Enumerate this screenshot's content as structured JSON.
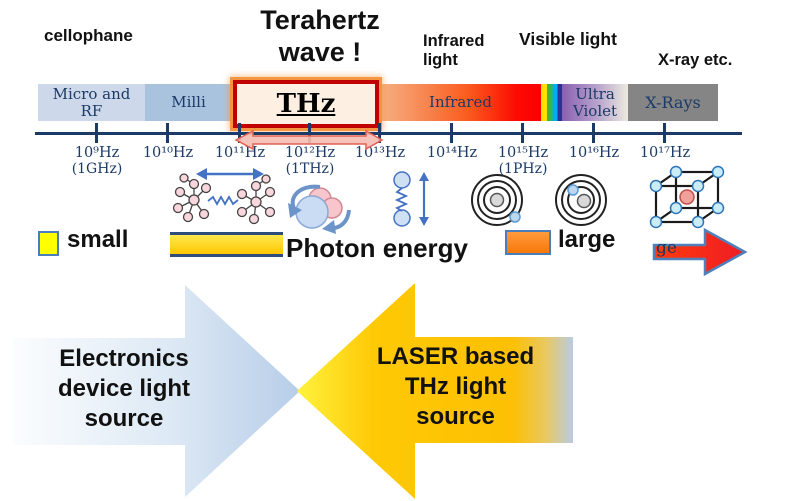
{
  "top_labels": {
    "cellophane": "cellophane",
    "terahertz_wave": "Terahertz\nwave !",
    "infrared_light": "Infrared\nlight",
    "visible_light": "Visible light",
    "xray_etc": "X-ray etc."
  },
  "spectrum_bar": {
    "segments": [
      {
        "label": "Micro and\nRF",
        "color": "#cdd9ea"
      },
      {
        "label": "Milli",
        "color": "#a9c3df"
      },
      {
        "label": "THz",
        "color": "#fdf0e3",
        "border_color": "#c00000",
        "glow_color": "#f6923c"
      },
      {
        "label": "Infrared",
        "gradient": [
          "#f6b183",
          "#fb0000"
        ]
      },
      {
        "label": "",
        "name": "visible-light-rainbow",
        "colors": [
          "#ffe100",
          "#39b54a",
          "#00aeef",
          "#2e3192"
        ]
      },
      {
        "label": "Ultra\nViolet",
        "gradient": [
          "#8a5fb0",
          "#eceadf"
        ]
      },
      {
        "label": "X-Rays",
        "color": "#858585"
      }
    ]
  },
  "axis": {
    "ticks": [
      {
        "label": "10⁹Hz",
        "sub": "(1GHz)"
      },
      {
        "label": "10¹⁰Hz",
        "sub": ""
      },
      {
        "label": "10¹¹Hz",
        "sub": ""
      },
      {
        "label": "10¹²Hz",
        "sub": "(1THz)"
      },
      {
        "label": "10¹³Hz",
        "sub": ""
      },
      {
        "label": "10¹⁴Hz",
        "sub": ""
      },
      {
        "label": "10¹⁵Hz",
        "sub": "(1PHz)"
      },
      {
        "label": "10¹⁶Hz",
        "sub": ""
      },
      {
        "label": "10¹⁷Hz",
        "sub": ""
      }
    ],
    "thz_range_arrow": "double-headed pink arrow spanning 10¹¹Hz to 10¹³Hz"
  },
  "illustrations": {
    "items": [
      "branched-molecules-vibration-icon",
      "molecule-rotation-icon",
      "diatomic-stretch-icon",
      "atom-outer-shell-electron-icon",
      "atom-inner-shell-electron-icon",
      "crystal-lattice-icon"
    ]
  },
  "photon_energy": {
    "small_label": "small",
    "title": "Photon energy",
    "large_label": "large",
    "arrow_overlap_text": "ge"
  },
  "bottom_arrows": {
    "electronics_label": "Electronics\ndevice light\nsource",
    "laser_label": "LASER based\nTHz light\nsource"
  },
  "colors": {
    "axis_navy": "#1b3a66",
    "thz_border_red": "#c00000",
    "thz_glow_orange": "#f6923c",
    "photon_small_yellow": "#ffff00",
    "photon_large_orange": "#f8780a",
    "photon_arrow_red": "#ee1c25",
    "electronics_arrow_blue": "#bdd2ec",
    "laser_arrow_gold": "#fdc105"
  }
}
